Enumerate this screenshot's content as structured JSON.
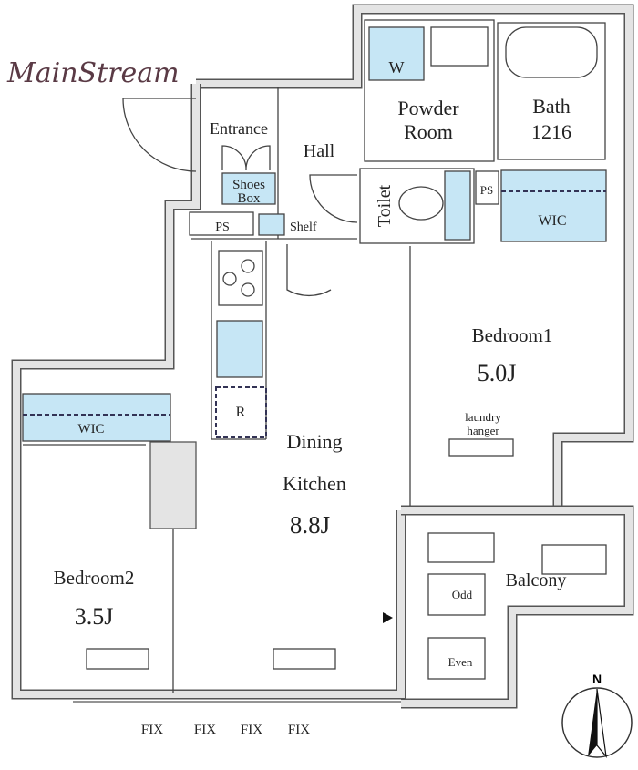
{
  "watermark": "MainStream",
  "rooms": {
    "entrance": "Entrance",
    "shoes_box_1": "Shoes",
    "shoes_box_2": "Box",
    "hall": "Hall",
    "ps_entrance": "PS",
    "shelf": "Shelf",
    "washer": "W",
    "powder_room_1": "Powder",
    "powder_room_2": "Room",
    "bath_1": "Bath",
    "bath_2": "1216",
    "toilet": "Toilet",
    "ps_right": "PS",
    "wic_right": "WIC",
    "bedroom1_name": "Bedroom1",
    "bedroom1_size": "5.0J",
    "laundry_1": "laundry",
    "laundry_2": "hanger",
    "refrigerator": "R",
    "dining_1": "Dining",
    "dining_2": "Kitchen",
    "dining_size": "8.8J",
    "wic_left": "WIC",
    "bedroom2_name": "Bedroom2",
    "bedroom2_size": "3.5J",
    "balcony": "Balcony",
    "odd": "Odd",
    "even": "Even"
  },
  "windows": [
    "FIX",
    "FIX",
    "FIX",
    "FIX"
  ],
  "compass": "N",
  "colors": {
    "storage": "#c6e6f5",
    "wall": "#e4e4e4"
  }
}
